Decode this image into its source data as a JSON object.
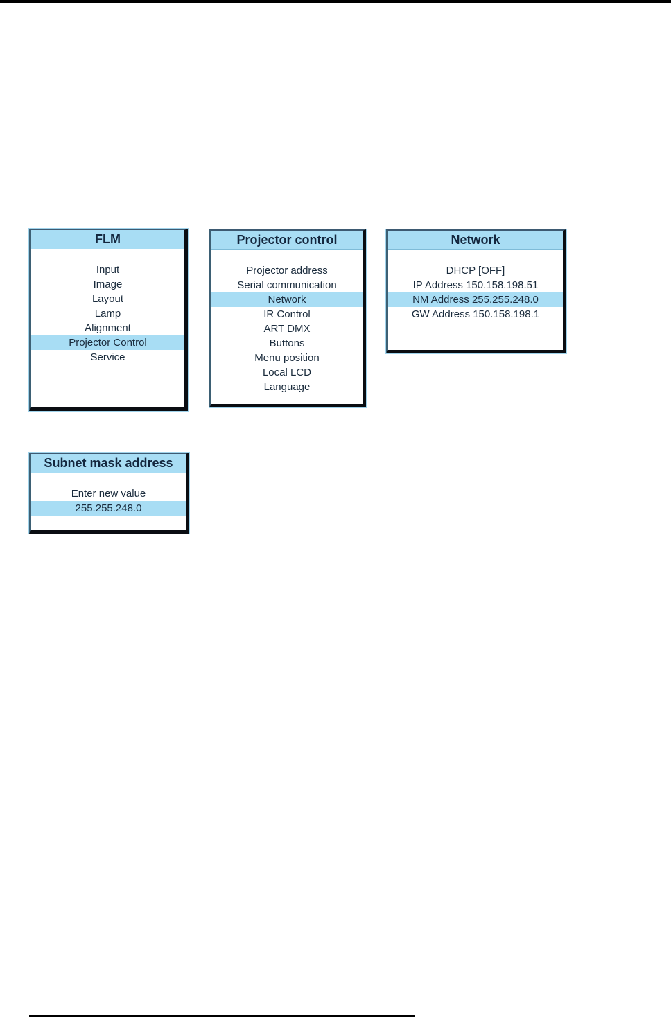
{
  "page": {
    "background": "#ffffff",
    "top_edge_bar_color": "#000000",
    "footnote_rule_color": "#000000"
  },
  "colors": {
    "menu_header_bg": "#a8ddf4",
    "highlight_bg": "#a8ddf4",
    "title_text": "#14273e",
    "item_text": "#1a2b3c",
    "border_dark": "#0a0d12",
    "border_light": "#3d6074"
  },
  "menus": [
    {
      "title": "FLM",
      "items": [
        {
          "label": "Input",
          "selected": false
        },
        {
          "label": "Image",
          "selected": false
        },
        {
          "label": "Layout",
          "selected": false
        },
        {
          "label": "Lamp",
          "selected": false
        },
        {
          "label": "Alignment",
          "selected": false
        },
        {
          "label": "Projector Control",
          "selected": true
        },
        {
          "label": "Service",
          "selected": false
        }
      ]
    },
    {
      "title": "Projector control",
      "items": [
        {
          "label": "Projector address",
          "selected": false
        },
        {
          "label": "Serial communication",
          "selected": false
        },
        {
          "label": "Network",
          "selected": true
        },
        {
          "label": "IR Control",
          "selected": false
        },
        {
          "label": "ART DMX",
          "selected": false
        },
        {
          "label": "Buttons",
          "selected": false
        },
        {
          "label": "Menu position",
          "selected": false
        },
        {
          "label": "Local LCD",
          "selected": false
        },
        {
          "label": "Language",
          "selected": false
        }
      ]
    },
    {
      "title": "Network",
      "items": [
        {
          "label": "DHCP [OFF]",
          "selected": false
        },
        {
          "label": "IP Address 150.158.198.51",
          "selected": false
        },
        {
          "label": "NM Address 255.255.248.0",
          "selected": true
        },
        {
          "label": "GW Address 150.158.198.1",
          "selected": false
        }
      ]
    },
    {
      "title": "Subnet mask address",
      "items": [
        {
          "label": "Enter new value",
          "selected": false
        },
        {
          "label": "255.255.248.0",
          "selected": true
        }
      ]
    }
  ]
}
